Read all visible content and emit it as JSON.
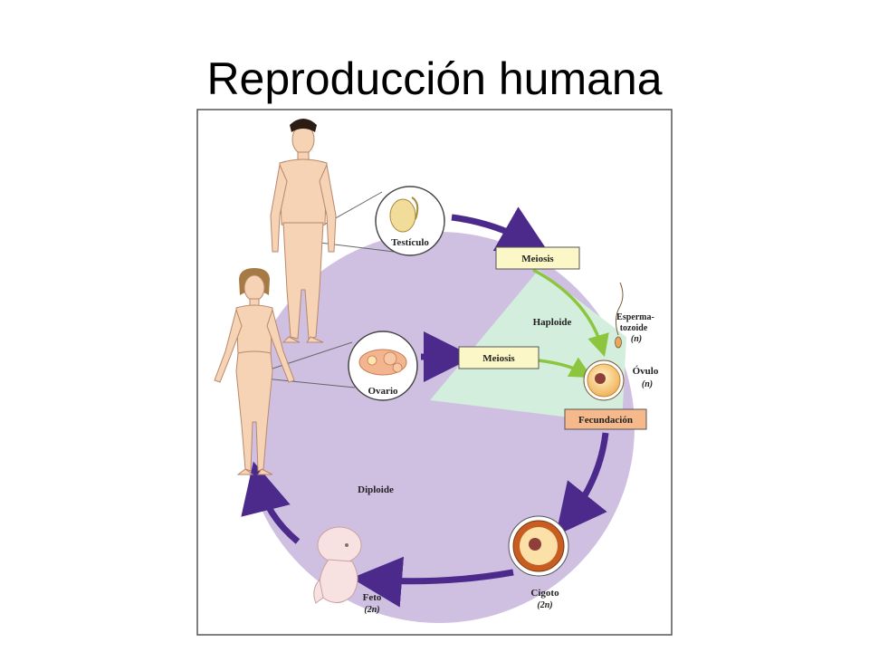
{
  "title": "Reproducción humana",
  "labels": {
    "testicle": "Testículo",
    "ovary": "Ovario",
    "meiosis_male": "Meiosis",
    "meiosis_female": "Meiosis",
    "haploid": "Haploide",
    "diploid": "Diploide",
    "sperm_line1": "Esperma-",
    "sperm_line2": "tozoide",
    "sperm_ploidy": "(n)",
    "ovum": "Óvulo",
    "ovum_ploidy": "(n)",
    "fertilization": "Fecundación",
    "zygote": "Cigoto",
    "zygote_ploidy": "(2n)",
    "fetus": "Feto",
    "fetus_ploidy": "(2n)"
  },
  "colors": {
    "diploid_region": "#cfc0e2",
    "haploid_region": "#d4eedd",
    "cycle_arrow": "#4b2a8c",
    "haploid_arrow": "#8cc63f",
    "meiosis_box": "#fbf7c6",
    "fertilization_box": "#f6b98c",
    "skin": "#f6d3b4"
  }
}
